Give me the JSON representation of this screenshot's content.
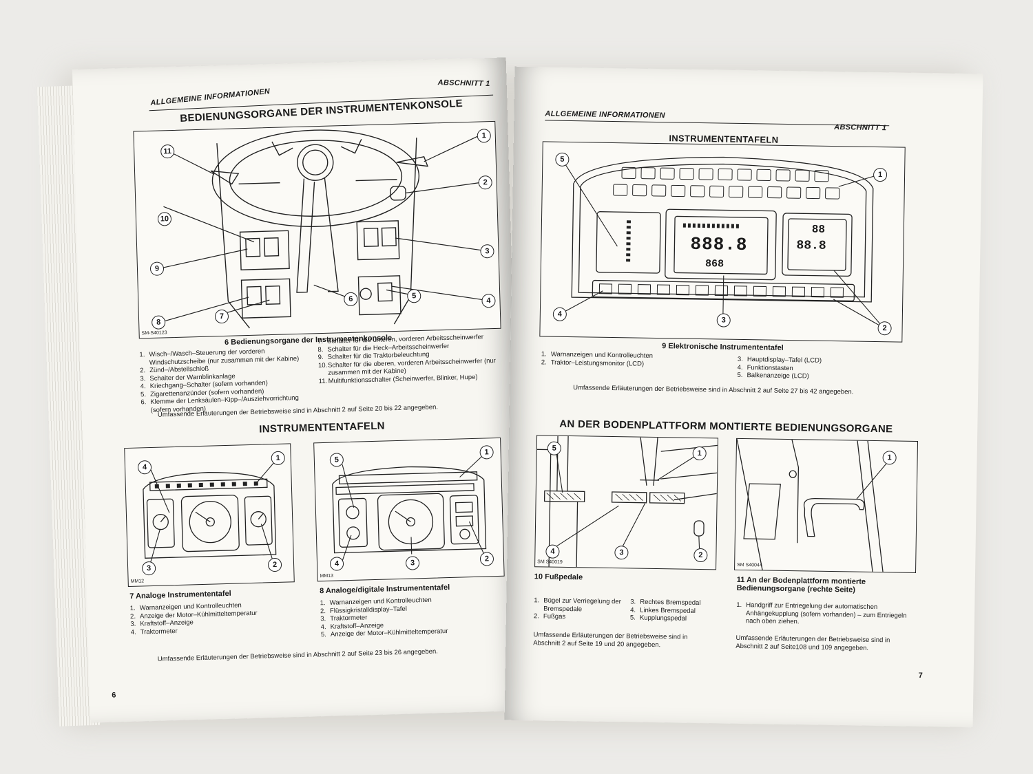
{
  "left_page": {
    "header_left": "ALLGEMEINE INFORMATIONEN",
    "header_right": "ABSCHNITT 1",
    "title_console": "BEDIENUNGSORGANE DER INSTRUMENTENKONSOLE",
    "fig6": {
      "id": "SM-S40123",
      "caption": "6   Bedienungsorgane der Instrumentenkonsole",
      "callouts": [
        "1",
        "2",
        "3",
        "4",
        "5",
        "6",
        "7",
        "8",
        "9",
        "10",
        "11"
      ],
      "items_left": [
        {
          "n": "1.",
          "t": "Wisch–/Wasch–Steuerung der vorderen Windschutzscheibe (nur zusammen mit der Kabine)"
        },
        {
          "n": "2.",
          "t": "Zünd–/Abstellschloß"
        },
        {
          "n": "3.",
          "t": "Schalter der Warnblinkanlage"
        },
        {
          "n": "4.",
          "t": "Kriechgang–Schalter (sofern vorhanden)"
        },
        {
          "n": "5.",
          "t": "Zigarettenanzünder (sofern vorhanden)"
        },
        {
          "n": "6.",
          "t": "Klemme der Lenksäulen–Kipp–/Ausziehvorrichtung (sofern vorhanden)"
        }
      ],
      "items_right": [
        {
          "n": "7.",
          "t": "Schalter für die unteren, vorderen Arbeitsscheinwerfer"
        },
        {
          "n": "8.",
          "t": "Schalter für die Heck–Arbeitsscheinwerfer"
        },
        {
          "n": "9.",
          "t": "Schalter für die Traktorbeleuchtung"
        },
        {
          "n": "10.",
          "t": "Schalter für die oberen, vorderen Arbeitsscheinwerfer (nur zusammen mit der Kabine)"
        },
        {
          "n": "11.",
          "t": "Multifunktionsschalter (Scheinwerfer, Blinker, Hupe)"
        }
      ],
      "note": "Umfassende Erläuterungen der Betriebsweise sind in Abschnitt 2 auf Seite 20 bis 22 angegeben."
    },
    "title_panels": "INSTRUMENTENTAFELN",
    "fig7": {
      "id": "MM12",
      "caption": "7   Analoge Instrumententafel",
      "callouts": [
        "1",
        "2",
        "3",
        "4"
      ],
      "items": [
        {
          "n": "1.",
          "t": "Warnanzeigen und Kontrolleuchten"
        },
        {
          "n": "2.",
          "t": "Anzeige der Motor–Kühlmitteltemperatur"
        },
        {
          "n": "3.",
          "t": "Kraftstoff–Anzeige"
        },
        {
          "n": "4.",
          "t": "Traktormeter"
        }
      ]
    },
    "fig8": {
      "id": "MM13",
      "caption": "8   Analoge/digitale Instrumententafel",
      "callouts": [
        "1",
        "2",
        "3",
        "4",
        "5"
      ],
      "items": [
        {
          "n": "1.",
          "t": "Warnanzeigen und Kontrolleuchten"
        },
        {
          "n": "2.",
          "t": "Flüssigkristalldisplay–Tafel"
        },
        {
          "n": "3.",
          "t": "Traktormeter"
        },
        {
          "n": "4.",
          "t": "Kraftstoff–Anzeige"
        },
        {
          "n": "5.",
          "t": "Anzeige der Motor–Kühlmitteltemperatur"
        }
      ]
    },
    "note_bottom": "Umfassende Erläuterungen der Betriebsweise sind in Abschnitt 2 auf Seite 23 bis 26 angegeben.",
    "page_number": "6"
  },
  "right_page": {
    "header_left": "ALLGEMEINE INFORMATIONEN",
    "header_right": "ABSCHNITT 1",
    "title_panels": "INSTRUMENTENTAFELN",
    "fig9": {
      "caption": "9   Elektronische Instrumententafel",
      "callouts": [
        "1",
        "2",
        "3",
        "4",
        "5"
      ],
      "lcd_main": "888.8",
      "lcd_small": "868",
      "lcd_right_top": "88",
      "lcd_right_bottom": "88.8",
      "items_left": [
        {
          "n": "1.",
          "t": "Warnanzeigen und Kontrolleuchten"
        },
        {
          "n": "2.",
          "t": "Traktor–Leistungsmonitor (LCD)"
        }
      ],
      "items_right": [
        {
          "n": "3.",
          "t": "Hauptdisplay–Tafel (LCD)"
        },
        {
          "n": "4.",
          "t": "Funktionstasten"
        },
        {
          "n": "5.",
          "t": "Balkenanzeige (LCD)"
        }
      ],
      "note": "Umfassende Erläuterungen der Betriebsweise sind in Abschnitt 2 auf Seite 27 bis 42 angegeben."
    },
    "title_floor": "AN DER BODENPLATTFORM MONTIERTE BEDIENUNGSORGANE",
    "fig10": {
      "id": "SM S40019",
      "caption": "10   Fußpedale",
      "callouts": [
        "1",
        "2",
        "3",
        "4",
        "5"
      ],
      "items_left": [
        {
          "n": "1.",
          "t": "Bügel zur Verriegelung der Bremspedale"
        },
        {
          "n": "2.",
          "t": "Fußgas"
        }
      ],
      "items_right": [
        {
          "n": "3.",
          "t": "Rechtes Bremspedal"
        },
        {
          "n": "4.",
          "t": "Linkes Bremspedal"
        },
        {
          "n": "5.",
          "t": "Kupplungspedal"
        }
      ],
      "note": "Umfassende Erläuterungen der Betriebsweise sind in Abschnitt 2 auf Seite 19 und 20 angegeben."
    },
    "fig11": {
      "id": "SM S40044",
      "caption": "11   An der Bodenplattform montierte Bedienungsorgane (rechte Seite)",
      "callouts": [
        "1"
      ],
      "items": [
        {
          "n": "1.",
          "t": "Handgriff zur Entriegelung der automatischen Anhängekupplung (sofern vorhanden) – zum Entriegeln nach oben ziehen."
        }
      ],
      "note": "Umfassende Erläuterungen der Betriebsweise sind in Abschnitt 2 auf Seite108 und 109 angegeben."
    },
    "page_number": "7"
  }
}
